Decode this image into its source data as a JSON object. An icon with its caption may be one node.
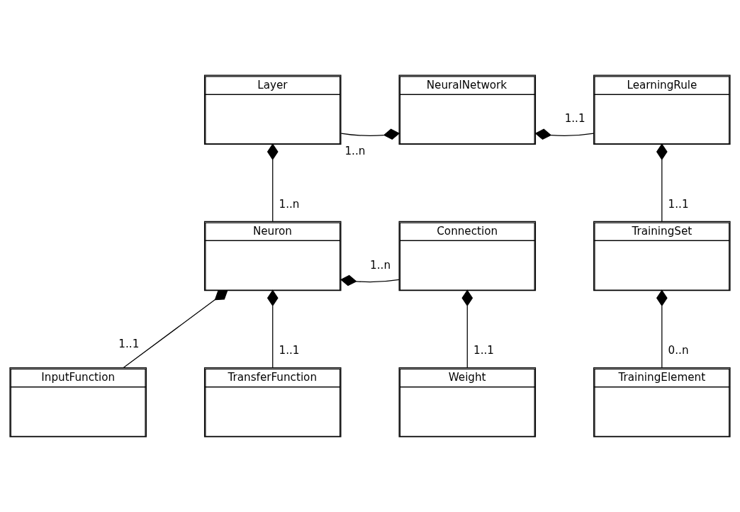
{
  "diagram": {
    "nodes": [
      {
        "text": [
          "Layer"
        ]
      },
      {
        "text": [
          "NeuralNetwork"
        ]
      },
      {
        "text": [
          "LearningRule"
        ]
      },
      {
        "text": [
          "Neuron"
        ]
      },
      {
        "text": [
          "Connection"
        ]
      },
      {
        "text": [
          "TrainingSet"
        ]
      },
      {
        "text": [
          "InputFunction"
        ]
      },
      {
        "text": [
          "TransferFunction"
        ]
      },
      {
        "text": [
          "Weight"
        ]
      },
      {
        "text": [
          "TrainingElement"
        ]
      }
    ],
    "edges": [
      {
        "from": 0,
        "to": 1,
        "arrow": "other",
        "label": "1..n"
      },
      {
        "from": 2,
        "to": 1,
        "arrow": "other",
        "label": "1..1"
      },
      {
        "from": 3,
        "to": 0,
        "arrow": "other",
        "label": "1..n"
      },
      {
        "from": 5,
        "to": 2,
        "arrow": "other",
        "label": "1..1"
      },
      {
        "from": 4,
        "to": 3,
        "arrow": "other",
        "label": "1..n"
      },
      {
        "from": 6,
        "to": 3,
        "arrow": "other",
        "label": "1..1"
      },
      {
        "from": 7,
        "to": 3,
        "arrow": "other",
        "label": "1..1"
      },
      {
        "from": 8,
        "to": 4,
        "arrow": "other",
        "label": "1..1"
      },
      {
        "from": 9,
        "to": 5,
        "arrow": "other",
        "label": "0..n"
      }
    ]
  }
}
